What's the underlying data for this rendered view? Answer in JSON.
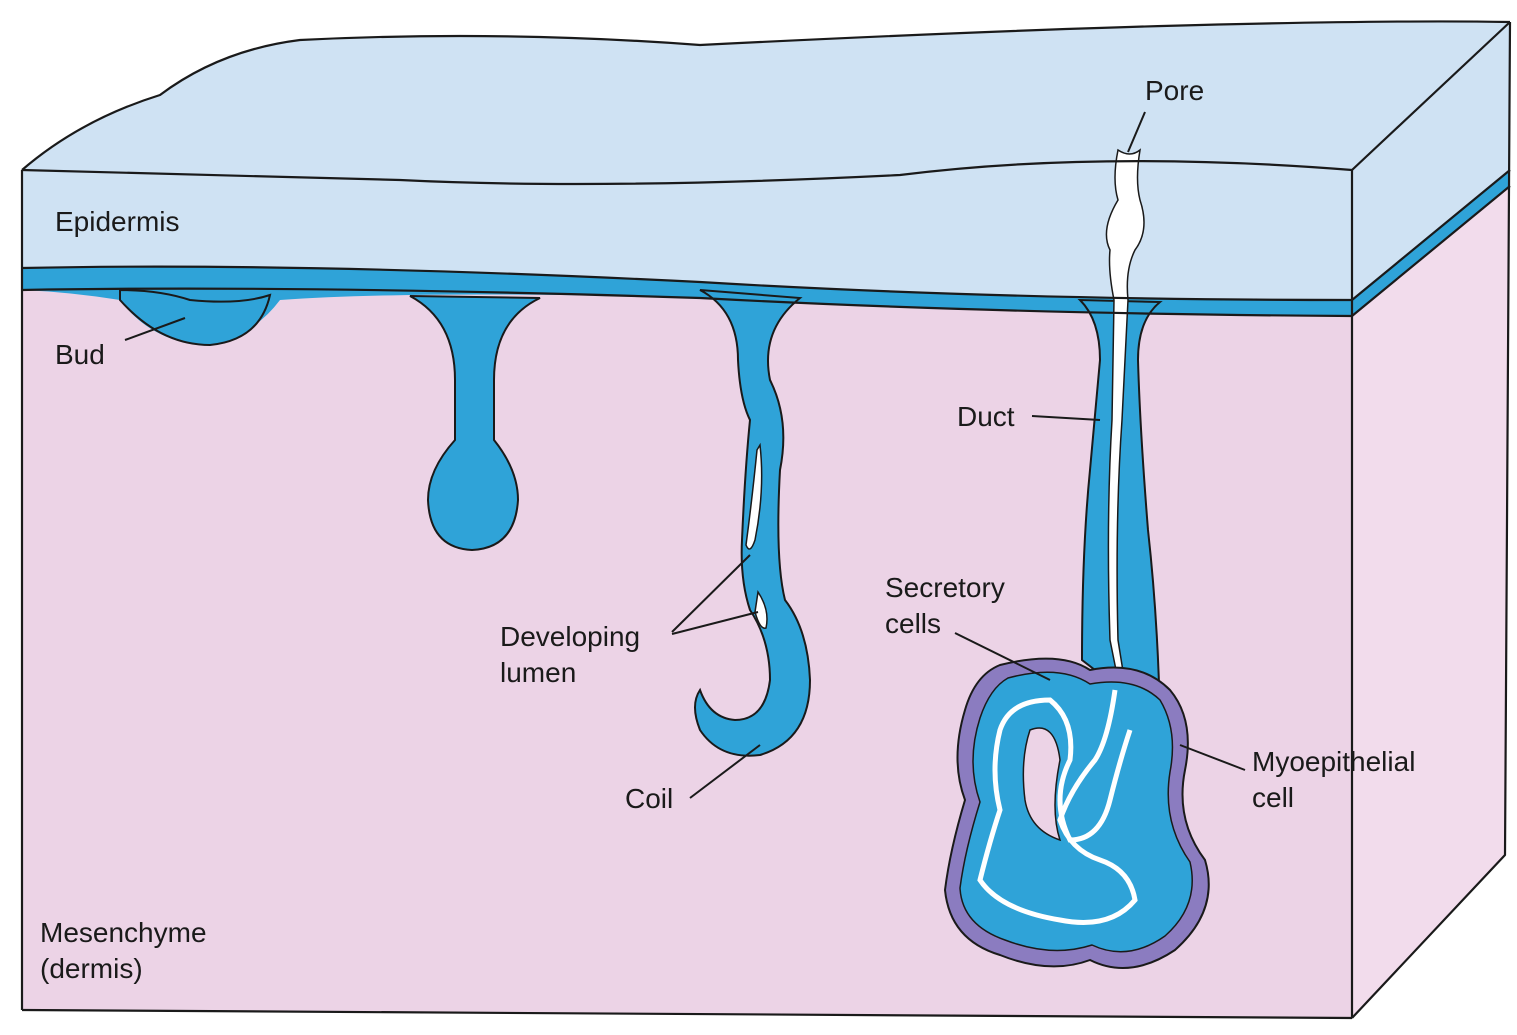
{
  "labels": {
    "epidermis": "Epidermis",
    "bud": "Bud",
    "mesenchyme_line1": "Mesenchyme",
    "mesenchyme_line2": "(dermis)",
    "developing_lumen_line1": "Developing",
    "developing_lumen_line2": "lumen",
    "coil": "Coil",
    "pore": "Pore",
    "duct": "Duct",
    "secretory_line1": "Secretory",
    "secretory_line2": "cells",
    "myoepithelial_line1": "Myoepithelial",
    "myoepithelial_line2": "cell"
  },
  "colors": {
    "epidermis": "#cfe2f3",
    "basal_layer": "#2fa3d8",
    "dermis": "#ecd3e6",
    "dermis_side": "#f2dcec",
    "myoepithelium": "#8b7cc0",
    "lumen": "#ffffff",
    "outline": "#1a1a1a"
  }
}
